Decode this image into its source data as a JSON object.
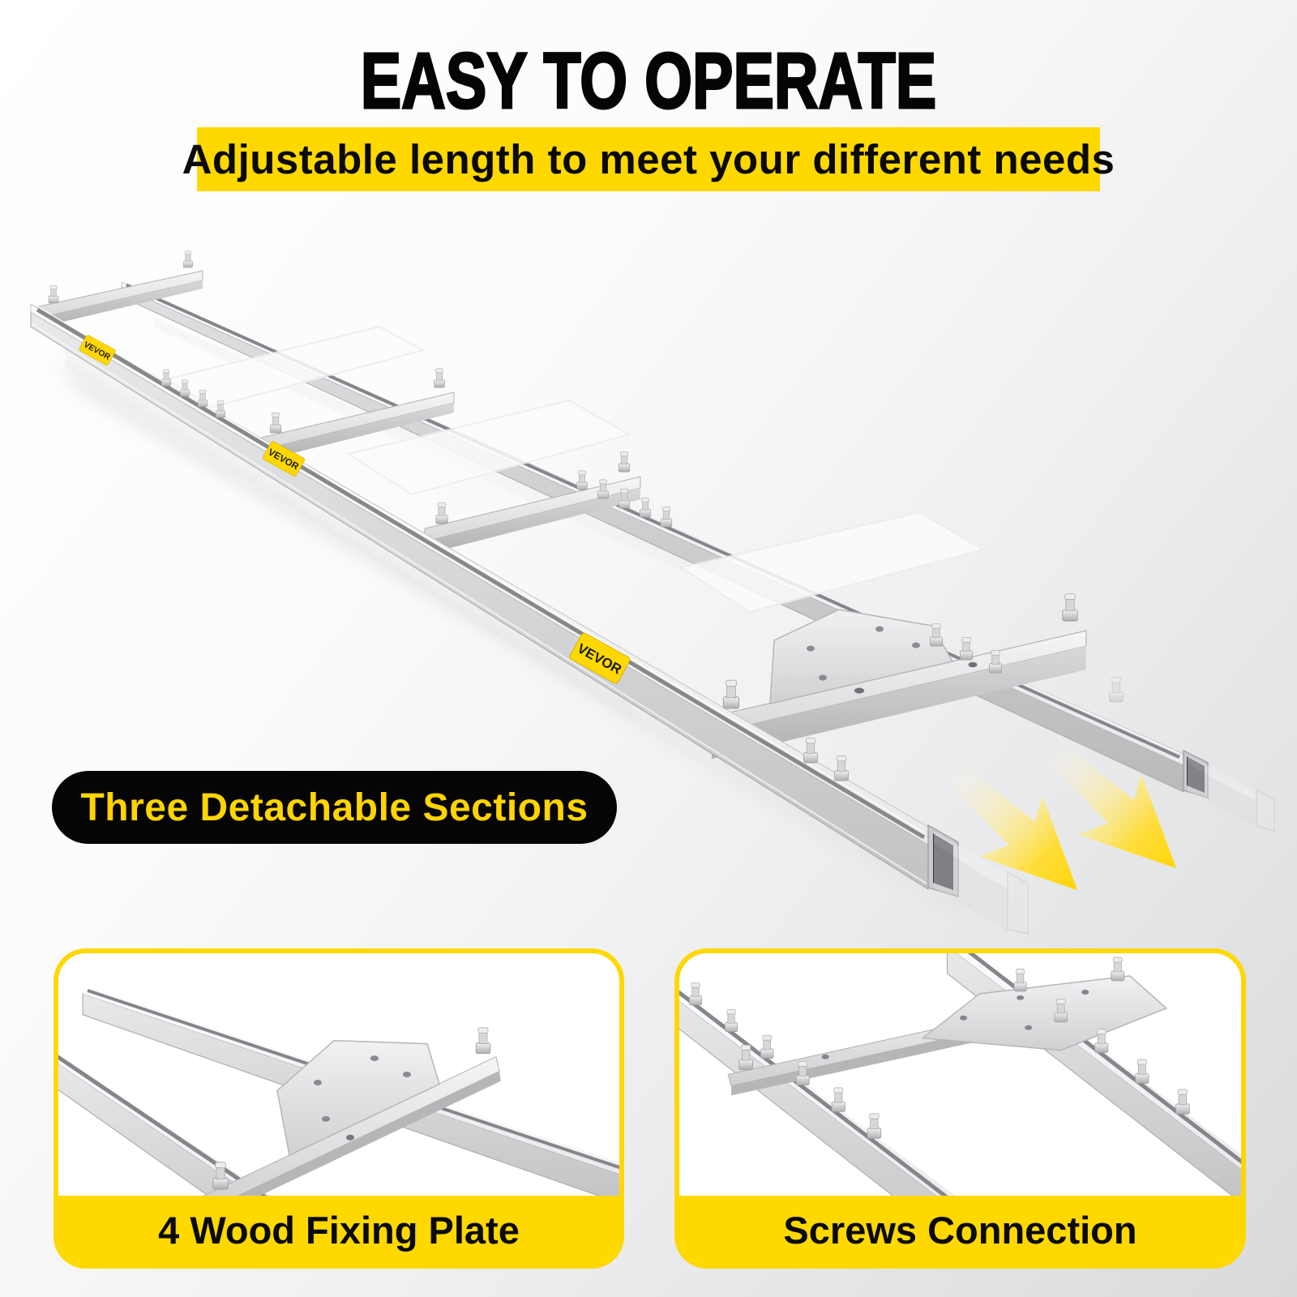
{
  "header": {
    "title": "EASY TO OPERATE",
    "subtitle": "Adjustable length to meet your different needs"
  },
  "callout": {
    "label": "Three Detachable Sections"
  },
  "brand": {
    "name": "VEVOR"
  },
  "features": [
    {
      "label": "4 Wood Fixing Plate"
    },
    {
      "label": "Screws Connection"
    }
  ],
  "icons": {
    "arrow": "slide-out-direction-arrow",
    "product": "chainsaw-mill-guide-rail"
  },
  "colors": {
    "accent_yellow": "#FFD800",
    "callout_bg": "#050505",
    "callout_text": "#FFD400",
    "title_black": "#050505",
    "metal_light": "#f4f5f6",
    "metal_mid": "#d8d9db",
    "metal_dark": "#aeafb1"
  }
}
